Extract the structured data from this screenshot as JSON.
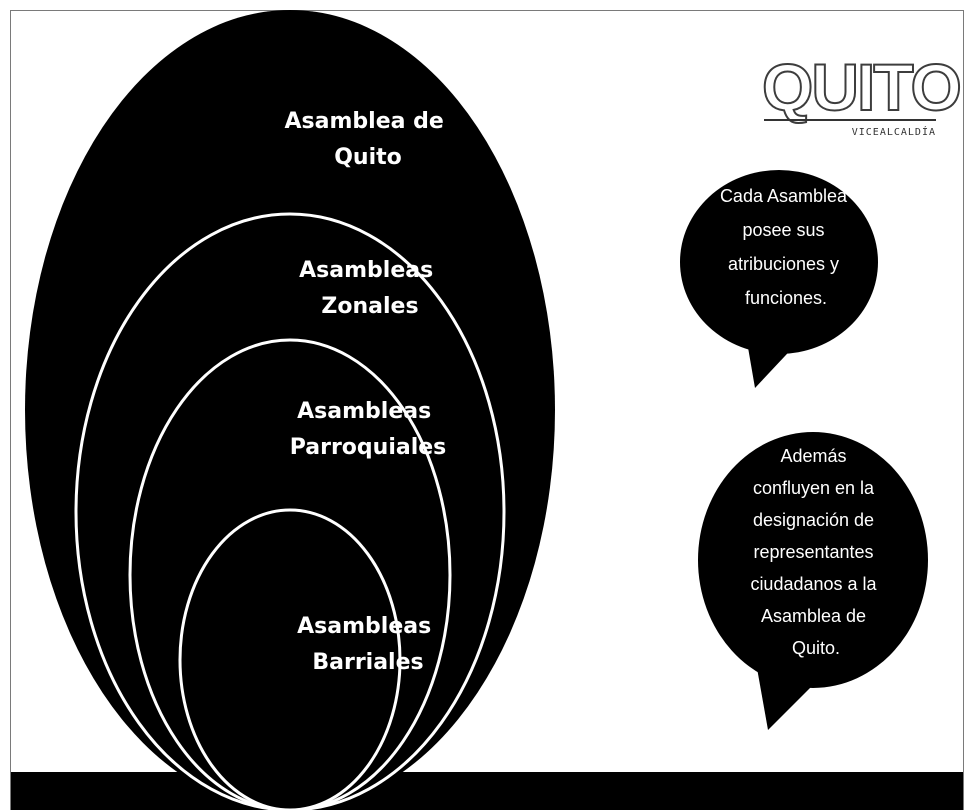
{
  "logo": {
    "wordmark": "QUITO",
    "subtitle": "VICEALCALDÍA"
  },
  "circles": [
    {
      "lines": [
        "Asamblea de",
        "Quito"
      ]
    },
    {
      "lines": [
        "Asambleas",
        "Zonales"
      ]
    },
    {
      "lines": [
        "Asambleas",
        "Parroquiales"
      ]
    },
    {
      "lines": [
        "Asambleas",
        "Barriales"
      ]
    }
  ],
  "bubbles": [
    {
      "lines": [
        "Cada Asamblea",
        "posee sus",
        "atribuciones y",
        "funciones."
      ]
    },
    {
      "lines": [
        "Además",
        "confluyen en la",
        "designación de",
        "representantes",
        "ciudadanos a la",
        "Asamblea de",
        "Quito."
      ]
    }
  ],
  "colors": {
    "fill": "#000000",
    "ring": "#ffffff",
    "text": "#ffffff",
    "background": "#ffffff"
  }
}
